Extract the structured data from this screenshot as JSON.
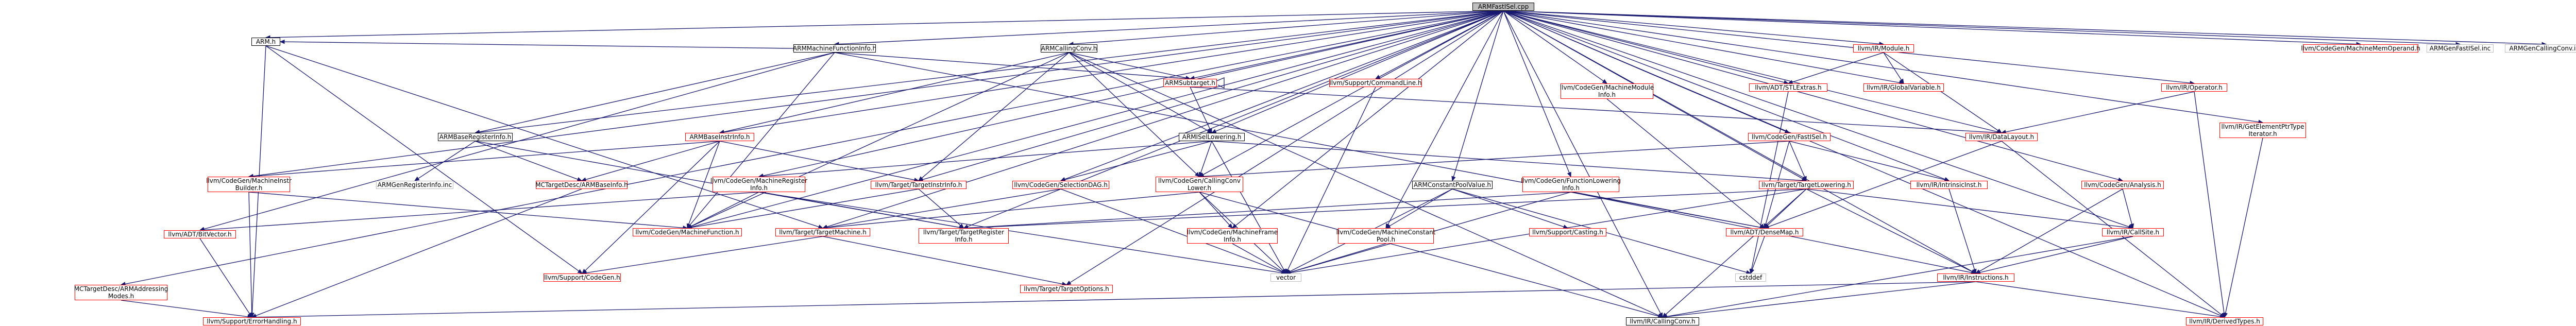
{
  "diagram": {
    "root": "ARMFastISel.cpp",
    "nodes": [
      {
        "id": "root",
        "label": "ARMFastISel.cpp",
        "style": "root"
      },
      {
        "id": "armh",
        "label": "ARM.h",
        "style": "black"
      },
      {
        "id": "armmfi",
        "label": "ARMMachineFunctionInfo.h",
        "style": "black"
      },
      {
        "id": "armcc",
        "label": "ARMCallingConv.h",
        "style": "black"
      },
      {
        "id": "armsubtarget",
        "label": "ARMSubtarget.h",
        "style": "red"
      },
      {
        "id": "cmdline",
        "label": "llvm/Support/CommandLine.h",
        "style": "red"
      },
      {
        "id": "mcaddr",
        "label": "MCTargetDesc/ARMAddressing\nModes.h",
        "style": "red"
      },
      {
        "id": "mimb",
        "label": "llvm/CodeGen/MachineInstr\nBuilder.h",
        "style": "red"
      },
      {
        "id": "bitvector",
        "label": "llvm/ADT/BitVector.h",
        "style": "red"
      },
      {
        "id": "errh",
        "label": "llvm/Support/ErrorHandling.h",
        "style": "red"
      },
      {
        "id": "armbri",
        "label": "ARMBaseRegisterInfo.h",
        "style": "black"
      },
      {
        "id": "armbii",
        "label": "ARMBaseInstrInfo.h",
        "style": "red"
      },
      {
        "id": "armgenreg",
        "label": "ARMGenRegisterInfo.inc",
        "style": "gray"
      },
      {
        "id": "mcarmbaseinfo",
        "label": "MCTargetDesc/ARMBaseInfo.h",
        "style": "red"
      },
      {
        "id": "mcodegen",
        "label": "llvm/CodeGen/MachineFunction.h",
        "style": "red"
      },
      {
        "id": "mreginfo",
        "label": "llvm/CodeGen/MachineRegister\nInfo.h",
        "style": "red"
      },
      {
        "id": "codegenh",
        "label": "llvm/Support/CodeGen.h",
        "style": "red"
      },
      {
        "id": "targetinstr",
        "label": "llvm/Target/TargetInstrInfo.h",
        "style": "red"
      },
      {
        "id": "targetmachine",
        "label": "llvm/Target/TargetMachine.h",
        "style": "red"
      },
      {
        "id": "targetreg",
        "label": "llvm/Target/TargetRegister\nInfo.h",
        "style": "red"
      },
      {
        "id": "seldag",
        "label": "llvm/CodeGen/SelectionDAG.h",
        "style": "red"
      },
      {
        "id": "cclower",
        "label": "llvm/CodeGen/CallingConv\nLower.h",
        "style": "red"
      },
      {
        "id": "armisel",
        "label": "ARMISelLowering.h",
        "style": "black"
      },
      {
        "id": "mframe",
        "label": "llvm/CodeGen/MachineFrame\nInfo.h",
        "style": "red"
      },
      {
        "id": "vector",
        "label": "vector",
        "style": "gray"
      },
      {
        "id": "targetoptions",
        "label": "llvm/Target/TargetOptions.h",
        "style": "red"
      },
      {
        "id": "callingconv",
        "label": "llvm/IR/CallingConv.h",
        "style": "black"
      },
      {
        "id": "mmodinfo",
        "label": "llvm/CodeGen/MachineModule\nInfo.h",
        "style": "red"
      },
      {
        "id": "armconstpool",
        "label": "ARMConstantPoolValue.h",
        "style": "black"
      },
      {
        "id": "mconstpool",
        "label": "llvm/CodeGen/MachineConstant\nPool.h",
        "style": "red"
      },
      {
        "id": "casting",
        "label": "llvm/Support/Casting.h",
        "style": "red"
      },
      {
        "id": "funclower",
        "label": "llvm/CodeGen/FunctionLowering\nInfo.h",
        "style": "red"
      },
      {
        "id": "stlextras",
        "label": "llvm/ADT/STLExtras.h",
        "style": "red"
      },
      {
        "id": "fastisel",
        "label": "llvm/CodeGen/FastISel.h",
        "style": "red"
      },
      {
        "id": "targetlower",
        "label": "llvm/Target/TargetLowering.h",
        "style": "red"
      },
      {
        "id": "densemap",
        "label": "llvm/ADT/DenseMap.h",
        "style": "red"
      },
      {
        "id": "cstddef",
        "label": "cstddef",
        "style": "gray"
      },
      {
        "id": "irmodule",
        "label": "llvm/IR/Module.h",
        "style": "red"
      },
      {
        "id": "globalvar",
        "label": "llvm/IR/GlobalVariable.h",
        "style": "red"
      },
      {
        "id": "datalayout",
        "label": "llvm/IR/DataLayout.h",
        "style": "red"
      },
      {
        "id": "intrinsicinst",
        "label": "llvm/IR/IntrinsicInst.h",
        "style": "red"
      },
      {
        "id": "instructions",
        "label": "llvm/IR/Instructions.h",
        "style": "red"
      },
      {
        "id": "analysis",
        "label": "llvm/CodeGen/Analysis.h",
        "style": "red"
      },
      {
        "id": "callsite",
        "label": "llvm/IR/CallSite.h",
        "style": "red"
      },
      {
        "id": "operator",
        "label": "llvm/IR/Operator.h",
        "style": "red"
      },
      {
        "id": "gep",
        "label": "llvm/IR/GetElementPtrType\nIterator.h",
        "style": "red"
      },
      {
        "id": "derivedtypes",
        "label": "llvm/IR/DerivedTypes.h",
        "style": "red"
      },
      {
        "id": "mmemoperand",
        "label": "llvm/CodeGen/MachineMemOperand.h",
        "style": "red"
      },
      {
        "id": "genfastisel",
        "label": "ARMGenFastISel.inc",
        "style": "gray"
      },
      {
        "id": "gencallingconv",
        "label": "ARMGenCallingConv.inc",
        "style": "gray"
      }
    ]
  }
}
